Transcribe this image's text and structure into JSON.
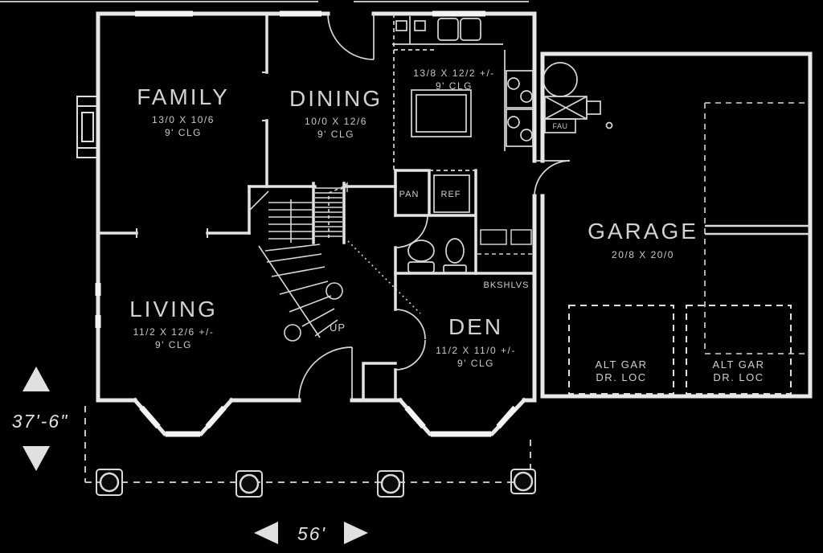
{
  "rooms": {
    "family": {
      "name": "FAMILY",
      "dims": "13/0 X 10/6",
      "clg": "9' CLG"
    },
    "dining": {
      "name": "DINING",
      "dims": "10/0 X 12/6",
      "clg": "9' CLG"
    },
    "kitchen": {
      "dims": "13/8 X 12/2 +/-",
      "clg": "9' CLG"
    },
    "living": {
      "name": "LIVING",
      "dims": "11/2 X 12/6 +/-",
      "clg": "9' CLG"
    },
    "den": {
      "name": "DEN",
      "dims": "11/2 X 11/0 +/-",
      "clg": "9' CLG"
    },
    "garage": {
      "name": "GARAGE",
      "dims": "20/8 X 20/0"
    }
  },
  "labels": {
    "pantry": "PAN",
    "refrigerator": "REF",
    "bookshelves": "BKSHLVS",
    "stairs_up": "UP",
    "furnace": "FAU",
    "alt_garage_line1": "ALT GAR",
    "alt_garage_line2": "DR. LOC"
  },
  "dimensions": {
    "overall_width": "56'",
    "overall_depth": "37'-6\""
  },
  "colors": {
    "background": "#000000",
    "wall_line": "#e8e8e8",
    "text": "#d8d8d8"
  }
}
